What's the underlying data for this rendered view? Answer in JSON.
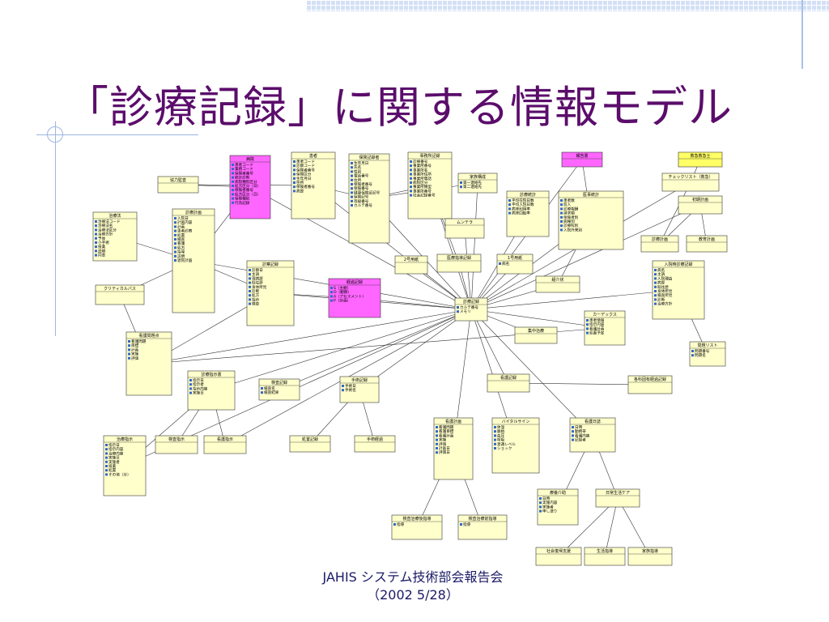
{
  "title": "「診療記録」に関する情報モデル",
  "footer": {
    "line1": "JAHIS システム技術部会報告会",
    "line2": "（2002 5/28）"
  },
  "colors": {
    "box": "#ffffcc",
    "pink": "#ff66ff",
    "title": "#5b0d6b",
    "accent": "#1a1a66"
  },
  "classes": [
    {
      "id": "shinryoroku",
      "name": "診療記録",
      "attrs": [
        "カルテ番号",
        "メモリ"
      ],
      "fill": "box"
    },
    {
      "id": "kiroku_byoin",
      "name": "病院",
      "attrs": [
        "患者コード",
        "業務コード",
        "保険者番号",
        "統計診断",
        "病院種別区分",
        "処方区分（日）",
        "保険者番号",
        "処方区分（日）",
        "保険種別",
        "行為記録"
      ],
      "fill": "pink"
    },
    {
      "id": "kyoyu",
      "name": "協力監査",
      "attrs": [],
      "fill": "box"
    },
    {
      "id": "kanja",
      "name": "患者",
      "attrs": [
        "患者コード",
        "診察コード",
        "保険者番号",
        "保険区分",
        "生年月日",
        "住所",
        "保険者番号",
        "病歴"
      ],
      "fill": "box"
    },
    {
      "id": "hoken",
      "name": "保険記録者",
      "attrs": [
        "生年月日",
        "氏名",
        "性別",
        "電話番号",
        "住所",
        "保険者番号",
        "保険番号",
        "健康保険証記号",
        "保険記号",
        "等級番号",
        "カルテ番号"
      ],
      "fill": "box"
    },
    {
      "id": "jimu",
      "name": "事務所記録",
      "attrs": [
        "診療番号",
        "事業所番号",
        "事業所名",
        "事業所住所",
        "事業所電話",
        "病院区分",
        "事業所類型",
        "事業所番号",
        "社会記録番号"
      ],
      "fill": "box"
    },
    {
      "id": "kazoku",
      "name": "家族構成",
      "attrs": [
        "第一連絡先",
        "第二連絡先"
      ],
      "fill": "box"
    },
    {
      "id": "hokoku",
      "name": "報告書",
      "attrs": [],
      "fill": "pink"
    },
    {
      "id": "kyukyu",
      "name": "救急救急士",
      "attrs": [],
      "fill": "yellow"
    },
    {
      "id": "check",
      "name": "チェックリスト（救急）",
      "attrs": [],
      "fill": "box"
    },
    {
      "id": "shinryokeikaku",
      "name": "診療計画",
      "attrs": [
        "入院日",
        "計画内容",
        "計画",
        "患者診察",
        "処置",
        "検査",
        "看護",
        "処方",
        "指導",
        "説明",
        "退院計画"
      ],
      "fill": "box"
    },
    {
      "id": "chiryoho",
      "name": "治療法",
      "attrs": [
        "治療法コード",
        "治療法名",
        "治療法区分",
        "治療方針",
        "予後",
        "小手術",
        "投薬",
        "説明",
        "同意"
      ],
      "fill": "box"
    },
    {
      "id": "critical",
      "name": "クリティカルパス",
      "attrs": [],
      "fill": "box"
    },
    {
      "id": "monitor",
      "name": "ムンテラ",
      "attrs": [],
      "fill": "box"
    },
    {
      "id": "jinsoku",
      "name": "診療統計",
      "attrs": [
        "平均在院日数",
        "平均入院日数",
        "病床利用率",
        "病床回転率"
      ],
      "fill": "box"
    },
    {
      "id": "iryotokei",
      "name": "医事統計",
      "attrs": [
        "患者数",
        "収入",
        "診療報酬",
        "請求額",
        "保険者別",
        "病棟別",
        "診療科別",
        "入院外来別"
      ],
      "fill": "box"
    },
    {
      "id": "shoki",
      "name": "初期計画",
      "attrs": [],
      "fill": "box"
    },
    {
      "id": "shinsatsu",
      "name": "診察記録",
      "attrs": [
        "診察日",
        "主訴",
        "現病歴",
        "既往歴",
        "身体所見",
        "診断",
        "処方",
        "指示",
        "検査"
      ],
      "fill": "box"
    },
    {
      "id": "keikaku",
      "name": "経過記録",
      "attrs": [
        "S（主観）",
        "O（観察）",
        "A（アセスメント）",
        "P（計画）"
      ],
      "fill": "pink"
    },
    {
      "id": "nigo",
      "name": "2号用紙",
      "attrs": [],
      "fill": "box"
    },
    {
      "id": "iryoshido",
      "name": "医療指導記録",
      "attrs": [],
      "fill": "box"
    },
    {
      "id": "ichigo",
      "name": "1号用紙",
      "attrs": [
        "病名"
      ],
      "fill": "box"
    },
    {
      "id": "shokai",
      "name": "紹介状",
      "attrs": [],
      "fill": "box"
    },
    {
      "id": "shinryokeikaku2",
      "name": "診療計画",
      "attrs": [],
      "fill": "box"
    },
    {
      "id": "kyoiku",
      "name": "教育計画",
      "attrs": [],
      "fill": "box"
    },
    {
      "id": "nyuin",
      "name": "入院時診療記録",
      "attrs": [
        "病名",
        "主訴",
        "入院理由",
        "病歴",
        "既往歴",
        "身体所見",
        "検査所見",
        "診断",
        "治療方針"
      ],
      "fill": "box"
    },
    {
      "id": "kangokiroku",
      "name": "看護問題点",
      "attrs": [
        "看護問題",
        "目標",
        "計画",
        "実施",
        "評価"
      ],
      "fill": "box"
    },
    {
      "id": "kardex",
      "name": "カーデックス",
      "attrs": [
        "患者情報",
        "指示内容",
        "看護計画",
        "処置予定"
      ],
      "fill": "box"
    },
    {
      "id": "mondai",
      "name": "問題リスト",
      "attrs": [
        "問題番号",
        "問題名"
      ],
      "fill": "box"
    },
    {
      "id": "shuchu",
      "name": "集中治療",
      "attrs": [],
      "fill": "box"
    },
    {
      "id": "kensa",
      "name": "検査記録",
      "attrs": [
        "検査名",
        "検査結果"
      ],
      "fill": "box"
    },
    {
      "id": "shujutsu",
      "name": "手術記録",
      "attrs": [
        "手術日",
        "手術名"
      ],
      "fill": "box"
    },
    {
      "id": "kango",
      "name": "看護記録",
      "attrs": [],
      "fill": "box"
    },
    {
      "id": "kakuka",
      "name": "各科固有経過記録",
      "attrs": [],
      "fill": "box"
    },
    {
      "id": "shinryoshiji",
      "name": "診療指示書",
      "attrs": [
        "指示日",
        "指示者",
        "指示内容",
        "実施日"
      ],
      "fill": "box"
    },
    {
      "id": "chiryoshiji",
      "name": "治療指示",
      "attrs": [
        "指示日",
        "指示内容",
        "治療内容",
        "実施日",
        "実施者",
        "投薬",
        "処置",
        "その他（分）"
      ],
      "fill": "box"
    },
    {
      "id": "kensashiji",
      "name": "検査指示",
      "attrs": [],
      "fill": "box"
    },
    {
      "id": "kangoshiji",
      "name": "看護指示",
      "attrs": [],
      "fill": "box"
    },
    {
      "id": "sensei",
      "name": "処置記録",
      "attrs": [],
      "fill": "box"
    },
    {
      "id": "shujutsukiroku",
      "name": "手術経過",
      "attrs": [],
      "fill": "box"
    },
    {
      "id": "kangokeikaku",
      "name": "看護計画",
      "attrs": [
        "看護問題",
        "看護目標",
        "看護計画",
        "実施",
        "評価",
        "計画日",
        "評価日"
      ],
      "fill": "box"
    },
    {
      "id": "vital",
      "name": "バイタルサイン",
      "attrs": [
        "体温",
        "脈拍",
        "血圧",
        "呼吸",
        "意識レベル",
        "ショック"
      ],
      "fill": "box"
    },
    {
      "id": "kangonisshi",
      "name": "看護日誌",
      "attrs": [
        "日時",
        "勤務帯",
        "看護内容",
        "記録者"
      ],
      "fill": "box"
    },
    {
      "id": "ryoyo",
      "name": "療養介助",
      "attrs": [
        "日時",
        "実施内容",
        "実施者",
        "申し送り"
      ],
      "fill": "box"
    },
    {
      "id": "nichijo",
      "name": "日常生活ケア",
      "attrs": [],
      "fill": "box"
    },
    {
      "id": "shakai",
      "name": "社会復帰支援",
      "attrs": [],
      "fill": "box"
    },
    {
      "id": "seikatsu",
      "name": "生活指導",
      "attrs": [],
      "fill": "box"
    },
    {
      "id": "kazokushido",
      "name": "家族指導",
      "attrs": [],
      "fill": "box"
    },
    {
      "id": "hokenshido",
      "name": "検査治療後指導",
      "attrs": [
        "指導"
      ],
      "fill": "box"
    },
    {
      "id": "kensashido",
      "name": "検査治療前指導",
      "attrs": [
        "指導"
      ],
      "fill": "box"
    }
  ]
}
